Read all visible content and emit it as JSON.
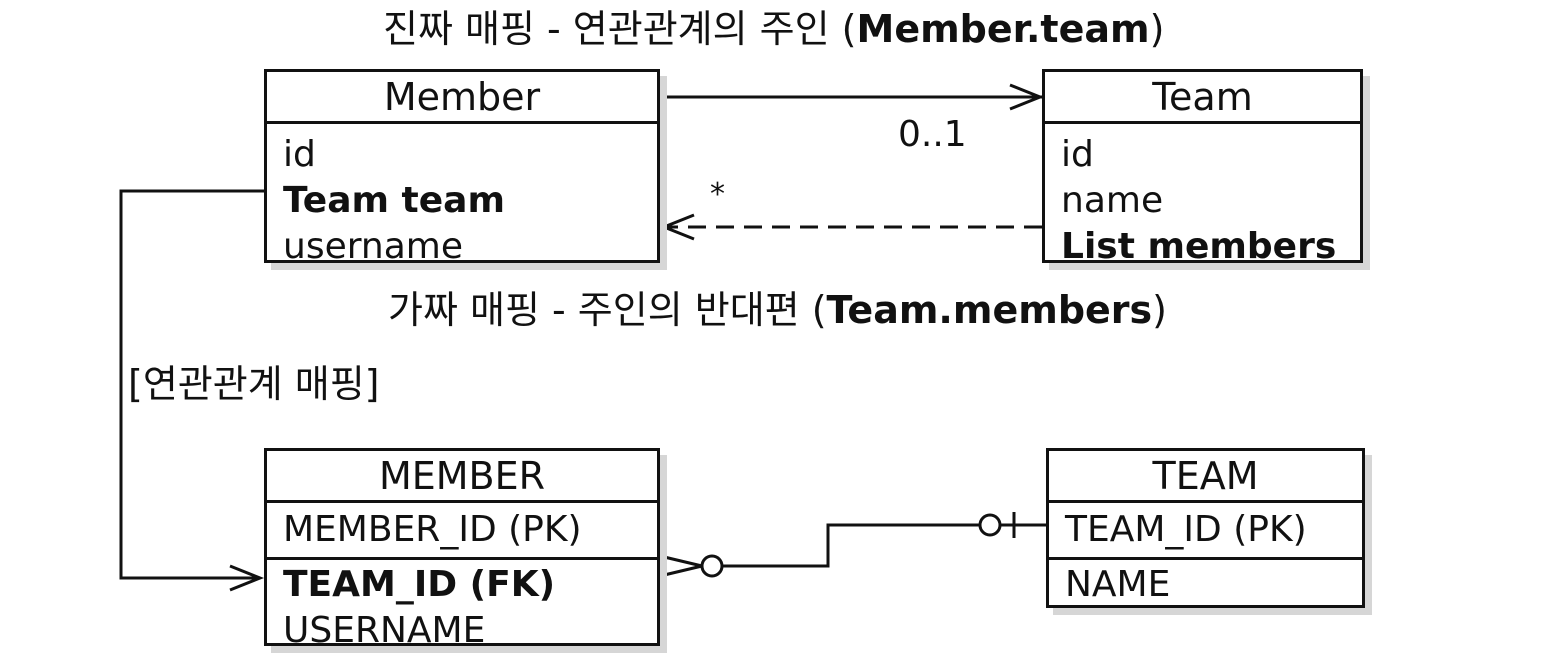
{
  "labels": {
    "real_mapping_prefix": "진짜 매핑 - 연관관계의 주인 (",
    "real_mapping_bold": "Member.team",
    "real_mapping_suffix": ")",
    "fake_mapping_prefix": "가짜 매핑 - 주인의 반대편 (",
    "fake_mapping_bold": "Team.members",
    "fake_mapping_suffix": ")",
    "association_mapping": "[연관관계 매핑]"
  },
  "multiplicity": {
    "to_team": "0..1",
    "to_member": "*"
  },
  "entities": {
    "member": {
      "name": "Member",
      "fields": [
        "id",
        "Team team",
        "username"
      ]
    },
    "team": {
      "name": "Team",
      "fields": [
        "id",
        "name",
        "List members"
      ]
    }
  },
  "tables": {
    "member": {
      "name": "MEMBER",
      "pk": "MEMBER_ID (PK)",
      "fk": "TEAM_ID (FK)",
      "column": "USERNAME"
    },
    "team": {
      "name": "TEAM",
      "pk": "TEAM_ID (PK)",
      "column": "NAME"
    }
  },
  "colors": {
    "line": "#111111",
    "shadow": "#d6d6d6",
    "background": "#ffffff"
  }
}
